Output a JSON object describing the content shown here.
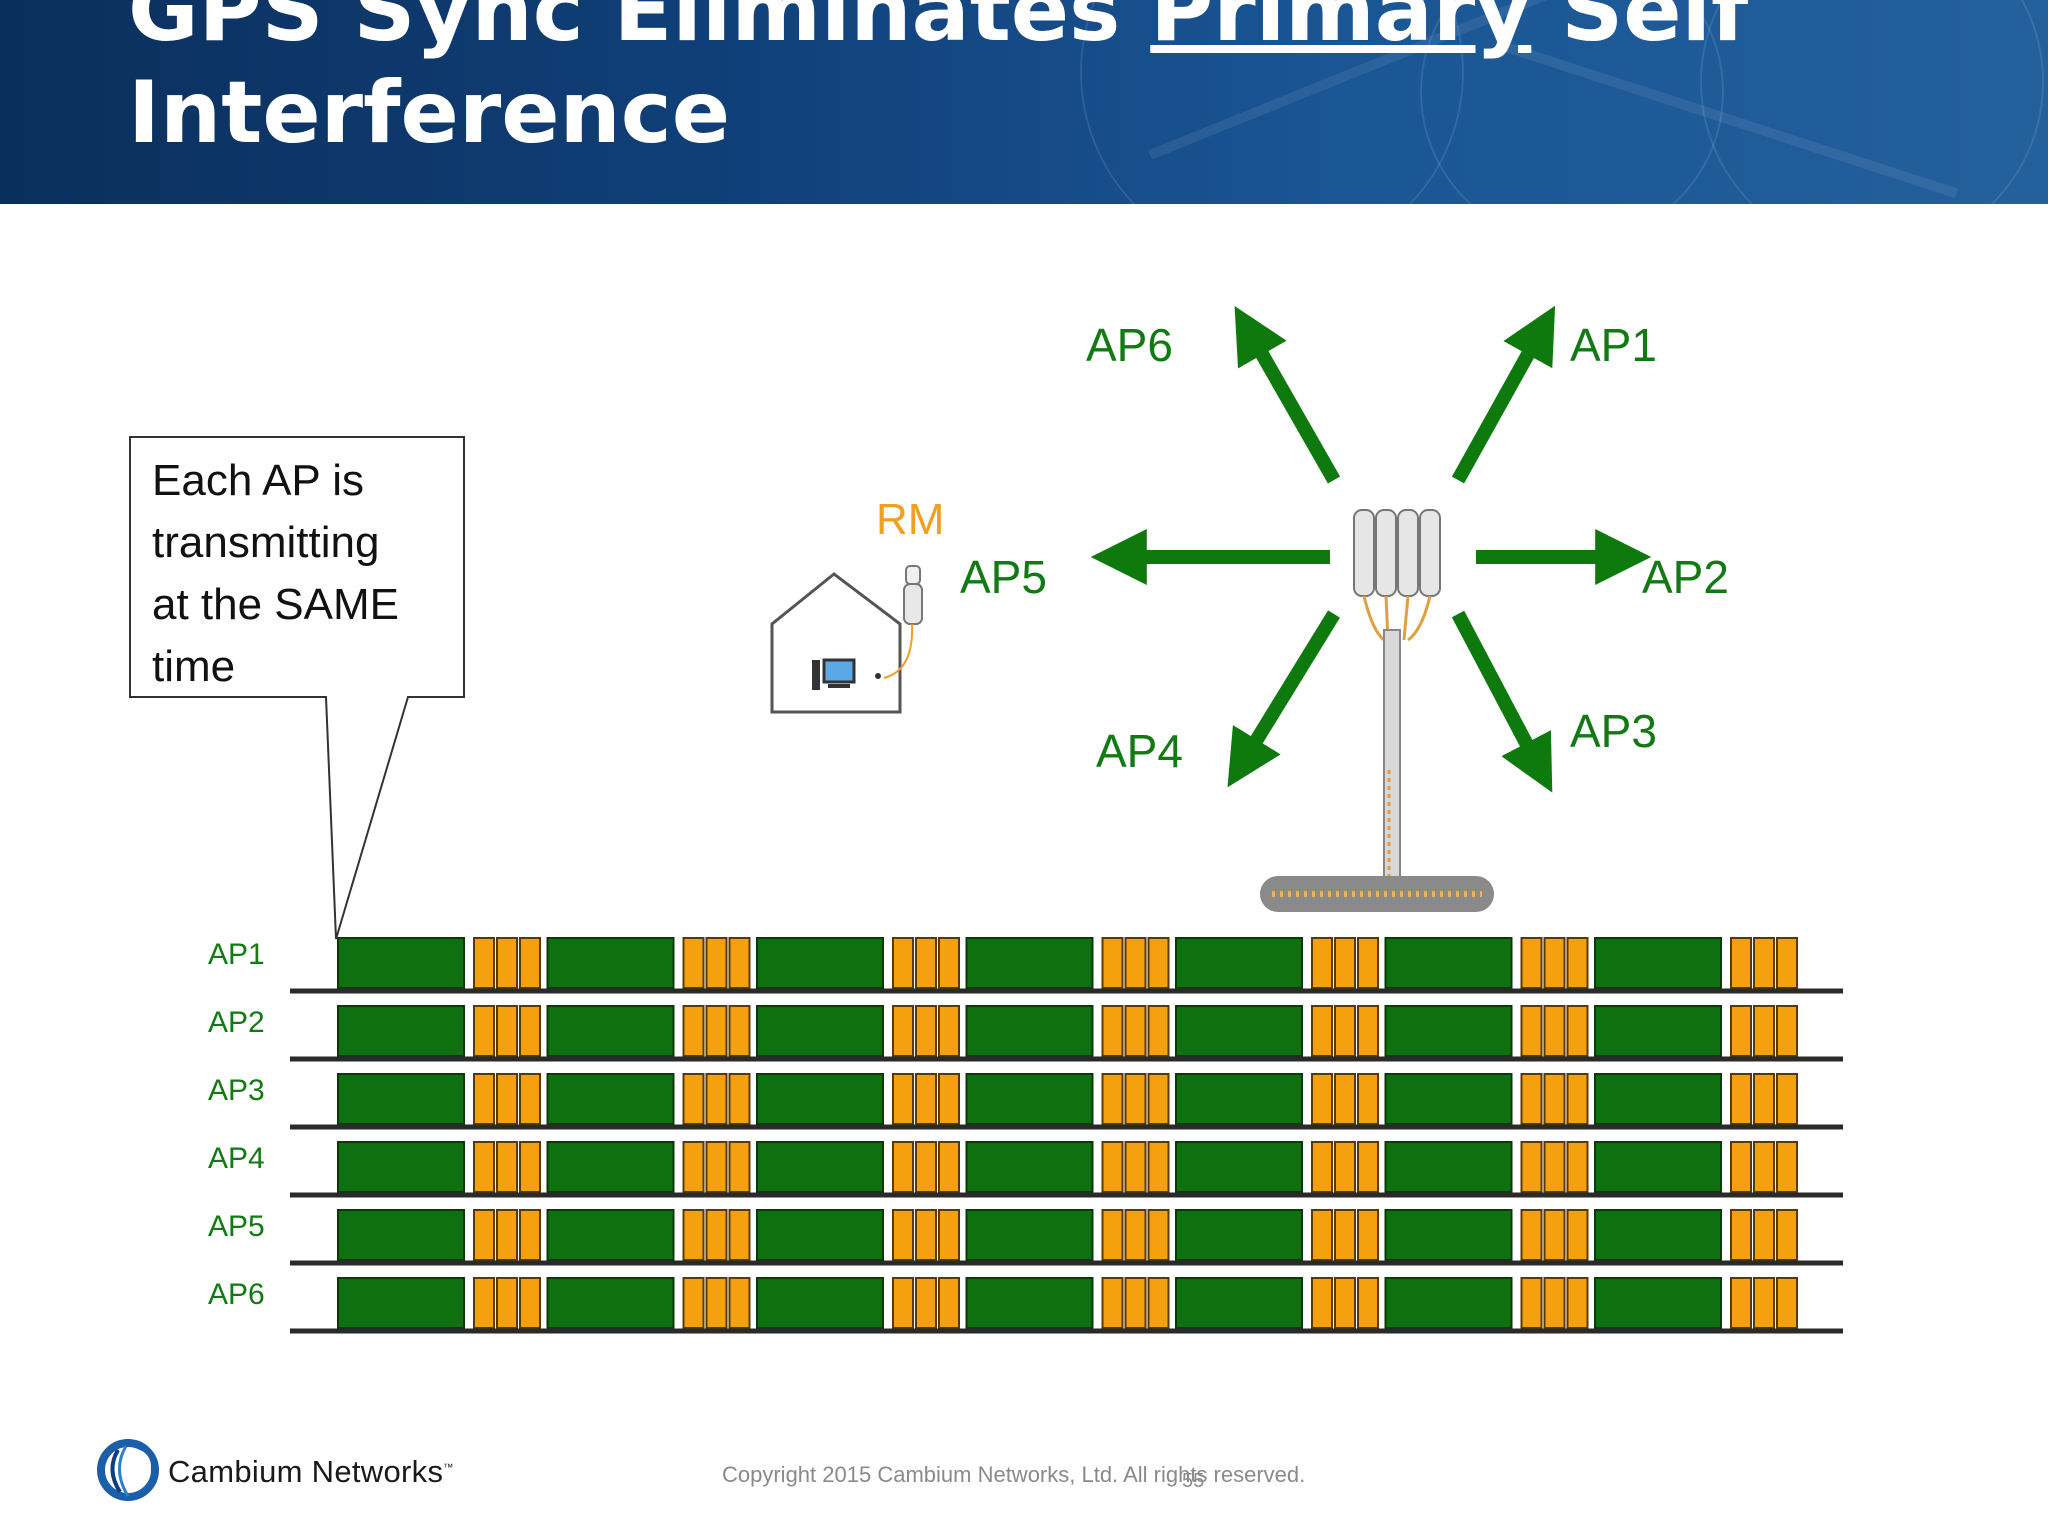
{
  "slide": {
    "title_line1_prefix": "GPS Sync Eliminates ",
    "title_line1_underlined": "Primary",
    "title_line1_suffix": " Self",
    "title_line2": "Interference"
  },
  "callout": {
    "text_lines": [
      "Each AP is",
      "transmitting",
      "at the SAME",
      "time"
    ]
  },
  "diagram": {
    "rm_label": "RM",
    "sector_labels": {
      "ap1": "AP1",
      "ap2": "AP2",
      "ap3": "AP3",
      "ap4": "AP4",
      "ap5": "AP5",
      "ap6": "AP6"
    },
    "colors": {
      "arrow_green": "#0e7a0e",
      "label_green": "#127a12",
      "transmit_green": "#0f700f",
      "receive_orange": "#f5a00e",
      "rm_orange": "#f0a020"
    }
  },
  "timeline": {
    "rows": [
      {
        "label": "AP1"
      },
      {
        "label": "AP2"
      },
      {
        "label": "AP3"
      },
      {
        "label": "AP4"
      },
      {
        "label": "AP5"
      },
      {
        "label": "AP6"
      }
    ],
    "frame_pattern": {
      "downlink_blocks": 7,
      "uplink_slots_per_gap": 3
    }
  },
  "footer": {
    "brand": "Cambium Networks",
    "trademark": "™",
    "copyright": "Copyright 2015 Cambium Networks, Ltd. All rights reserved.",
    "page_number": "55"
  }
}
